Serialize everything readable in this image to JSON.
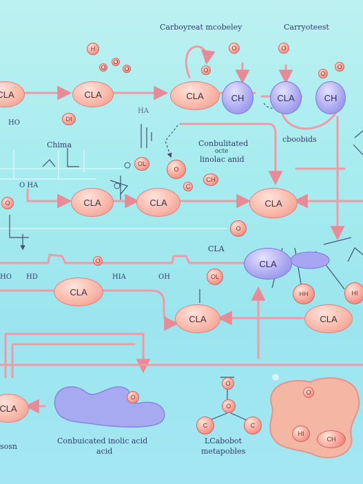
{
  "header": {
    "title_left": "Carboyreat mcobeley",
    "title_right": "Carryoteest"
  },
  "nodes": {
    "cla_label": "CLA",
    "ch_label": "CH"
  },
  "labels": {
    "chima": "Chima",
    "conjugated_line1": "Conbulitated",
    "conjugated_line2": "octe",
    "conjugated_line3": "linolac anid",
    "cboobids": "cboobids",
    "ho_left": "HO",
    "hd": "HD",
    "hia": "HIA",
    "oh": "OH",
    "cla_small": "CLA",
    "ha_top": "HA",
    "oha": "O HA",
    "ho_top": "HO",
    "sosn": "sosn",
    "bottom_mid_line1": "Conbuicated inolic acid",
    "bottom_mid_line2": "acid",
    "bottom_right_line1": "LCabobot",
    "bottom_right_line2": "metapobles"
  },
  "atoms": {
    "h": "H",
    "o": "O",
    "c": "C",
    "ch": "CH",
    "hh": "HH",
    "hi": "HI",
    "di": "DI",
    "ol": "OL"
  }
}
